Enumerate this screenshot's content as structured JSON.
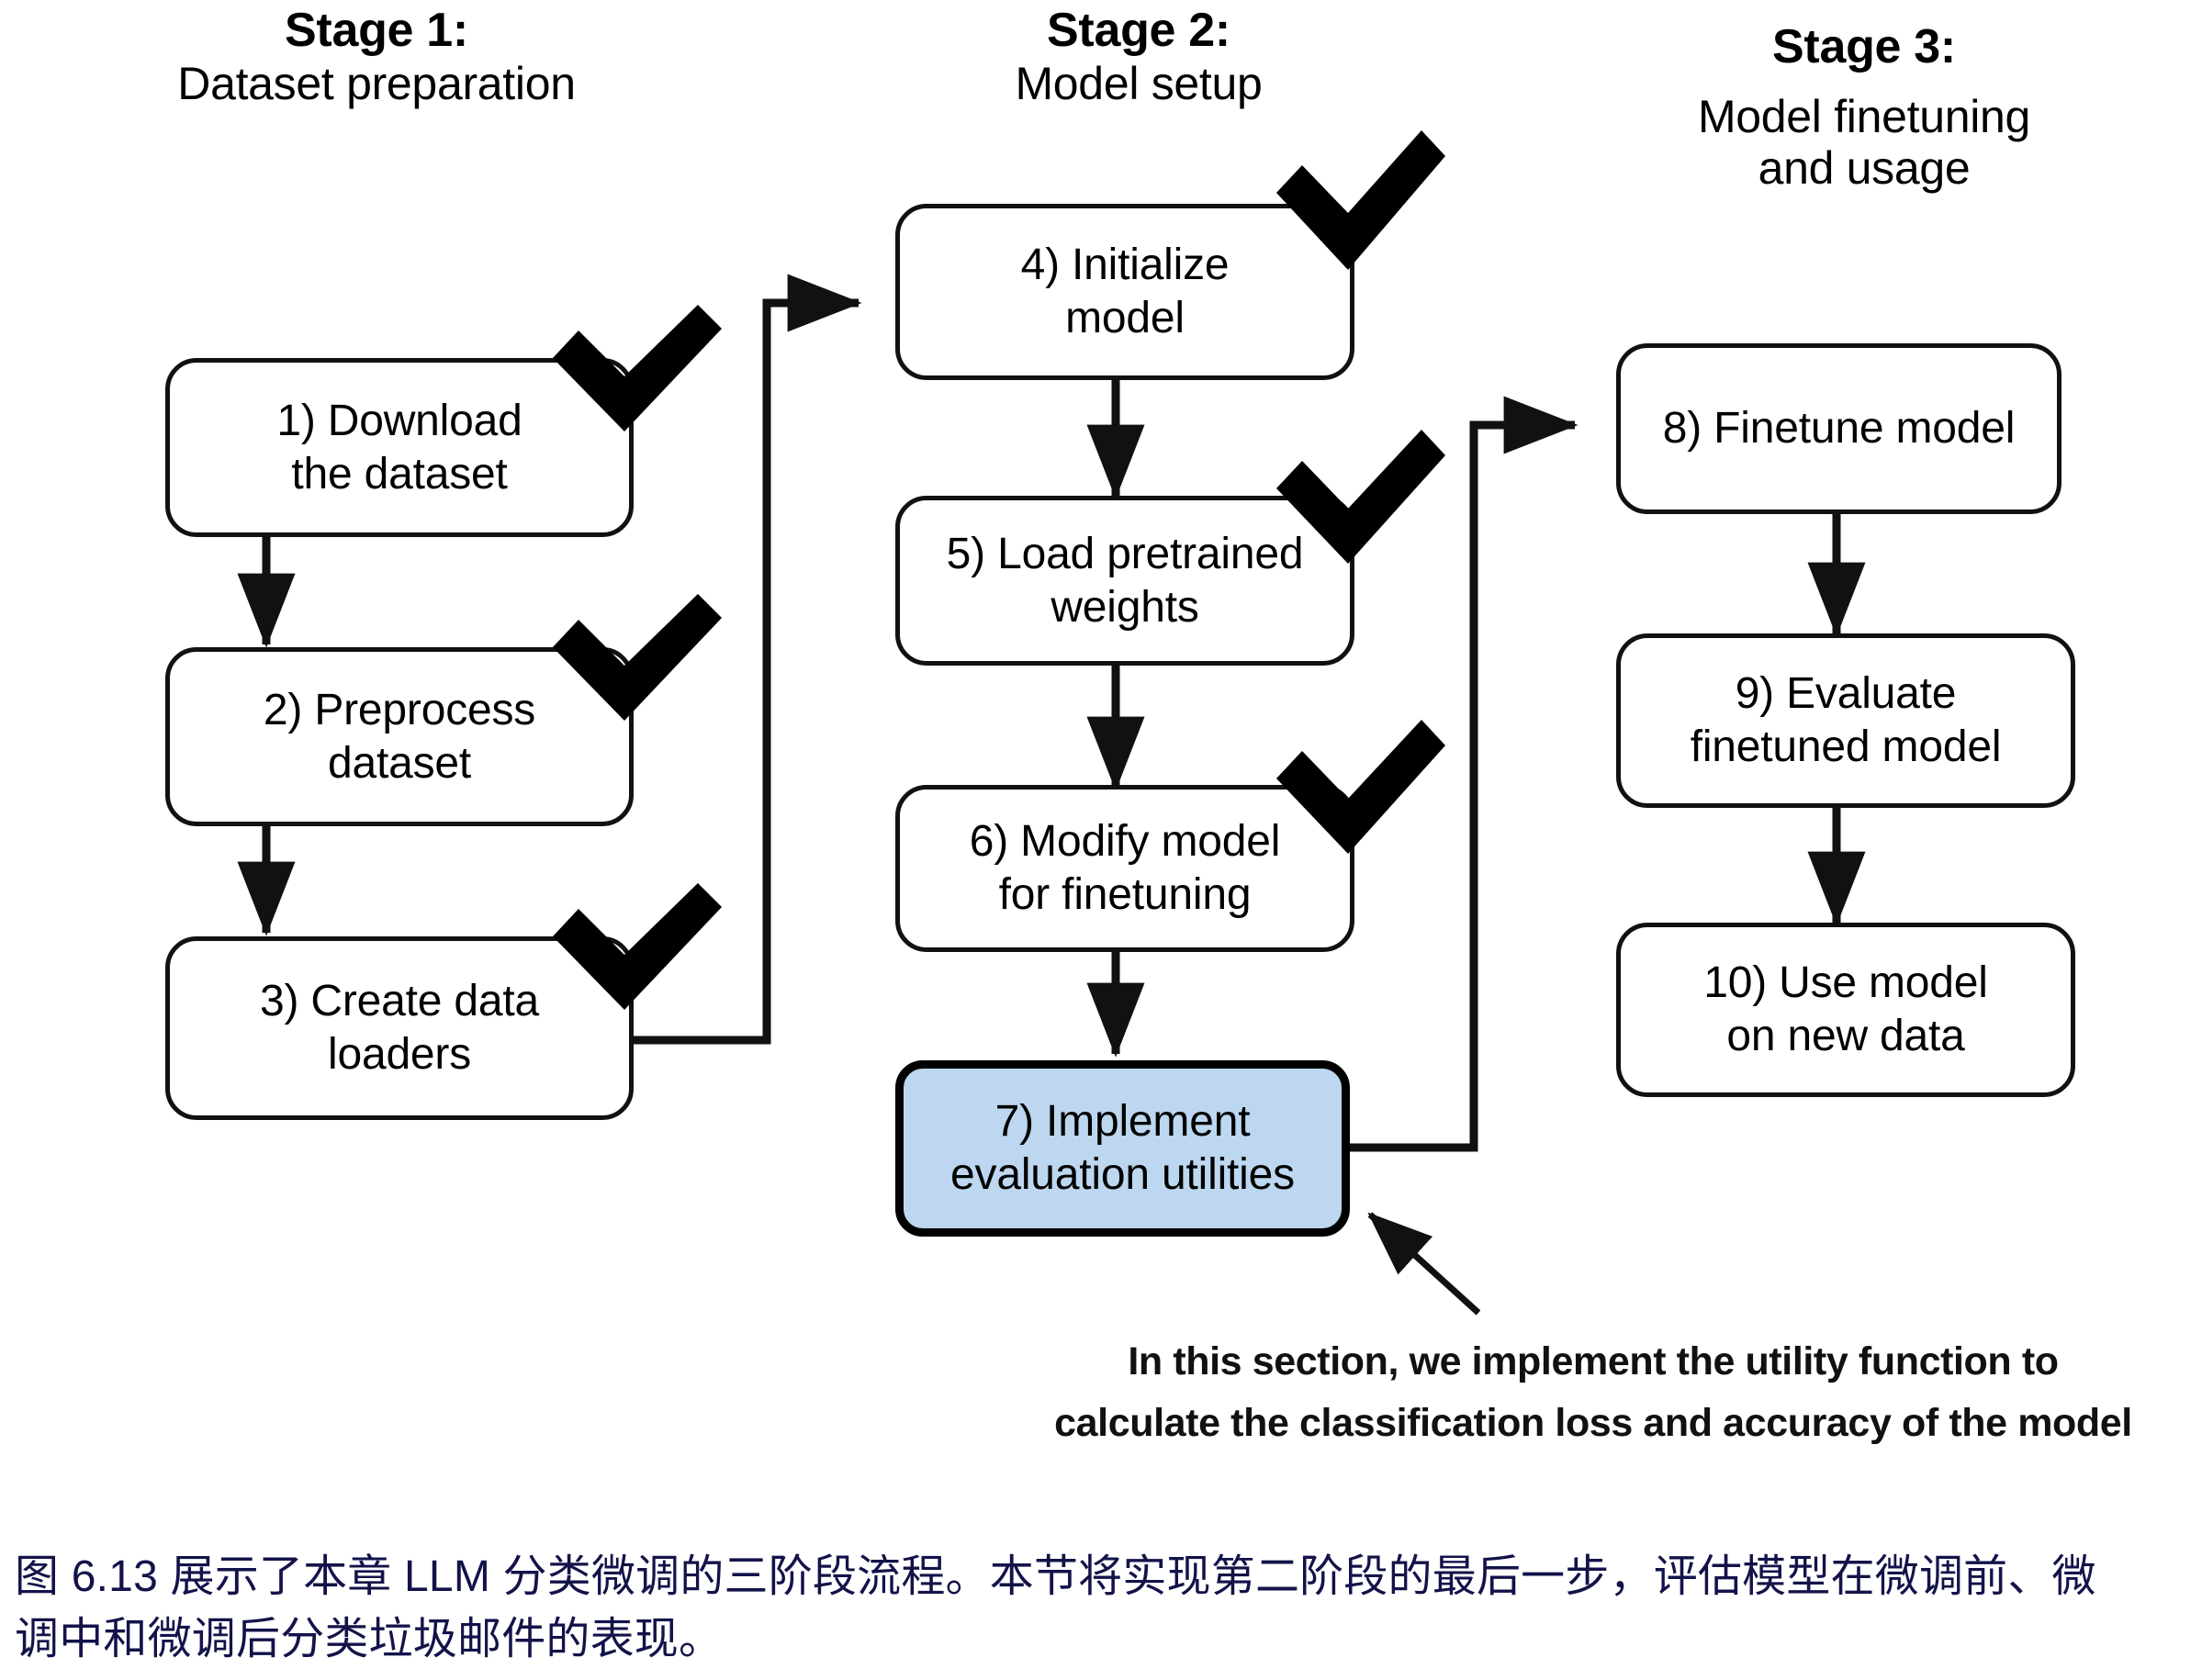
{
  "stages": [
    {
      "title": "Stage 1:",
      "subtitle": "Dataset preparation"
    },
    {
      "title": "Stage 2:",
      "subtitle": "Model setup"
    },
    {
      "title": "Stage 3:",
      "subtitle": "Model finetuning\nand usage"
    }
  ],
  "nodes": {
    "n1": {
      "label": "1) Download\nthe dataset",
      "checked": true,
      "highlighted": false
    },
    "n2": {
      "label": "2) Preprocess\ndataset",
      "checked": true,
      "highlighted": false
    },
    "n3": {
      "label": "3) Create data\nloaders",
      "checked": true,
      "highlighted": false
    },
    "n4": {
      "label": "4) Initialize\nmodel",
      "checked": true,
      "highlighted": false
    },
    "n5": {
      "label": "5) Load pretrained\nweights",
      "checked": true,
      "highlighted": false
    },
    "n6": {
      "label": "6) Modify model\nfor finetuning",
      "checked": true,
      "highlighted": false
    },
    "n7": {
      "label": "7) Implement\nevaluation utilities",
      "checked": false,
      "highlighted": true
    },
    "n8": {
      "label": "8) Finetune model",
      "checked": false,
      "highlighted": false
    },
    "n9": {
      "label": "9) Evaluate\nfinetuned model",
      "checked": false,
      "highlighted": false
    },
    "n10": {
      "label": "10) Use model\non new data",
      "checked": false,
      "highlighted": false
    }
  },
  "annotation": {
    "line1": "In this section, we implement the utility function to",
    "line2": "calculate the classification loss and accuracy of the model"
  },
  "caption": {
    "line1": "图 6.13 展示了本章 LLM 分类微调的三阶段流程。本节将实现第二阶段的最后一步，评估模型在微调前、微",
    "line2": "调中和微调后分类垃圾邮件的表现。"
  },
  "colors": {
    "highlight_fill": "#bcd7ef",
    "stroke": "#111111",
    "caption_text": "#13134a"
  }
}
